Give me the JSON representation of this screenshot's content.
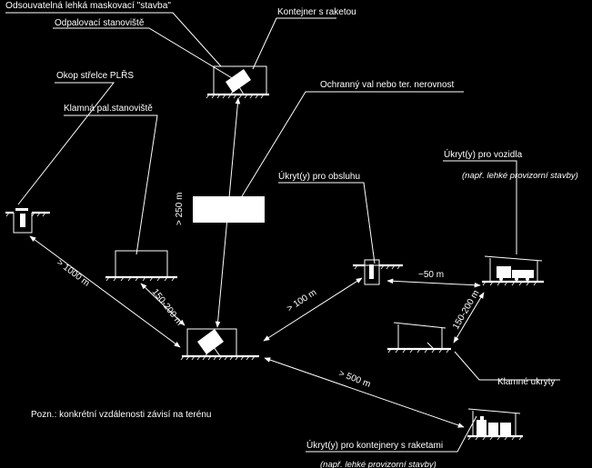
{
  "labels": {
    "odsouvatelna": "Odsouvatelná lehká maskovací \"stavba\"",
    "odpalovaci": "Odpalovací stanoviště",
    "kontejner": "Kontejner s raketou",
    "okop": "Okop střelce PLŘS",
    "klamna_pal": "Klamná pal.stanoviště",
    "val": "Ochranný val nebo ter. nerovnost",
    "ukryt_obsluha": "Úkryt(y) pro obsluhu",
    "ukryt_vozidla": "Úkryt(y) pro vozidla",
    "ukryt_vozidla_note": "(např. lehké provizorní stavby)",
    "klamne_ukryty": "Klamné ukryty",
    "ukryt_kontejnery": "Úkryt(y) pro kontejnery s raketami",
    "ukryt_kontejnery_note": "(např. lehké provizorní stavby)",
    "pozn": "Pozn.: konkrétní vzdálenosti závisí na terénu"
  },
  "distances": {
    "d250": "> 250 m",
    "d1000": "> 1000 m",
    "d150_200_left": "150-200 m",
    "d100": "> 100 m",
    "d50": "~50  m",
    "d150_200_right": "150-200 m",
    "d500": "> 500 m"
  },
  "colors": {
    "background": "#000000",
    "foreground": "#ffffff"
  }
}
